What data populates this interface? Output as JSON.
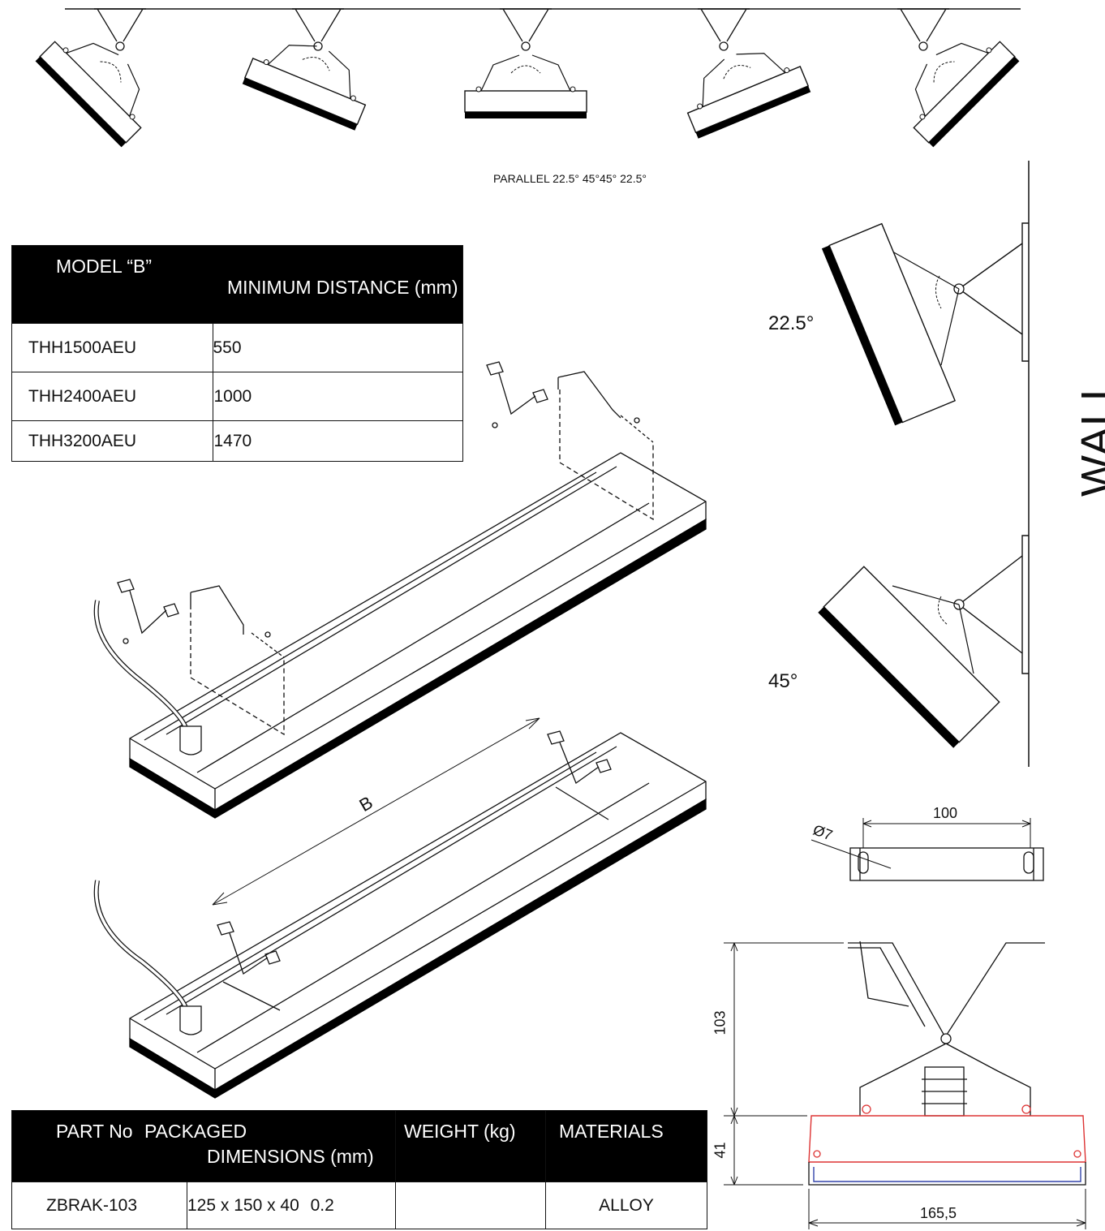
{
  "top_caption": "PARALLEL 22.5° 45°45° 22.5°",
  "distance_table": {
    "header_model": "MODEL  “B”",
    "header_distance": "MINIMUM DISTANCE (mm)",
    "rows": [
      {
        "model": "THH1500AEU",
        "distance": "550"
      },
      {
        "model": "THH2400AEU",
        "distance": "1000"
      },
      {
        "model": "THH3200AEU",
        "distance": "1470"
      }
    ]
  },
  "angles": {
    "first": "22.5°",
    "second": "45°"
  },
  "wall_label": "WALL",
  "dimension_b": "B",
  "bracket_top": {
    "width": "100",
    "hole": "Ø7"
  },
  "bracket_side": {
    "height_upper": "103",
    "height_lower": "41",
    "width": "165,5"
  },
  "parts_table": {
    "header_part": "PART No",
    "header_dims_1": "PACKAGED",
    "header_dims_2": "DIMENSIONS (mm)",
    "header_weight": "WEIGHT (kg)",
    "header_materials": "MATERIALS",
    "row": {
      "part": "ZBRAK-103",
      "dims": "125 x 150 x 40",
      "weight": "0.2",
      "materials": "ALLOY"
    }
  }
}
